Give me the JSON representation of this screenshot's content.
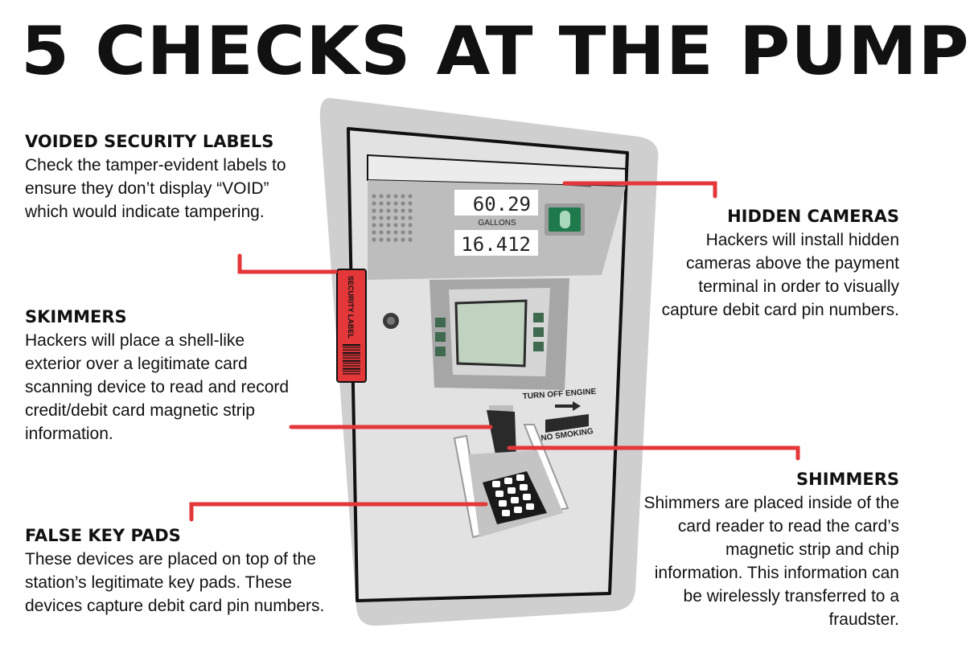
{
  "title": "5 CHECKS AT THE PUMP",
  "colors": {
    "accent": "#e3373a",
    "text": "#111111",
    "pump_body": "#cfcfcf",
    "pump_face": "#e2e2e2",
    "display_green": "#1e7a4a"
  },
  "pump": {
    "display_top": "60.29",
    "display_unit": "GALLONS",
    "display_bottom": "16.412",
    "label_turn_off": "TURN OFF ENGINE",
    "label_no_smoking": "NO SMOKING",
    "security_label": "SECURITY LABEL"
  },
  "callouts": {
    "voided": {
      "heading": "VOIDED SECURITY LABELS",
      "body": "Check the tamper-evident labels to ensure they don’t display “VOID” which would indicate tampering."
    },
    "skimmers": {
      "heading": "SKIMMERS",
      "body": "Hackers will place a shell-like exterior over a legitimate card scanning device to read and record credit/debit card magnetic strip information."
    },
    "keypads": {
      "heading": "FALSE KEY PADS",
      "body": "These devices are placed on top of the station’s legitimate key pads. These devices capture debit card pin numbers."
    },
    "cameras": {
      "heading": "HIDDEN CAMERAS",
      "body": "Hackers will install hidden cameras above the payment terminal in order to visually capture debit card pin numbers."
    },
    "shimmers": {
      "heading": "SHIMMERS",
      "body": "Shimmers are placed inside of the card reader to read the card’s magnetic strip and chip information. This information can be wirelessly transferred to a fraudster."
    }
  }
}
